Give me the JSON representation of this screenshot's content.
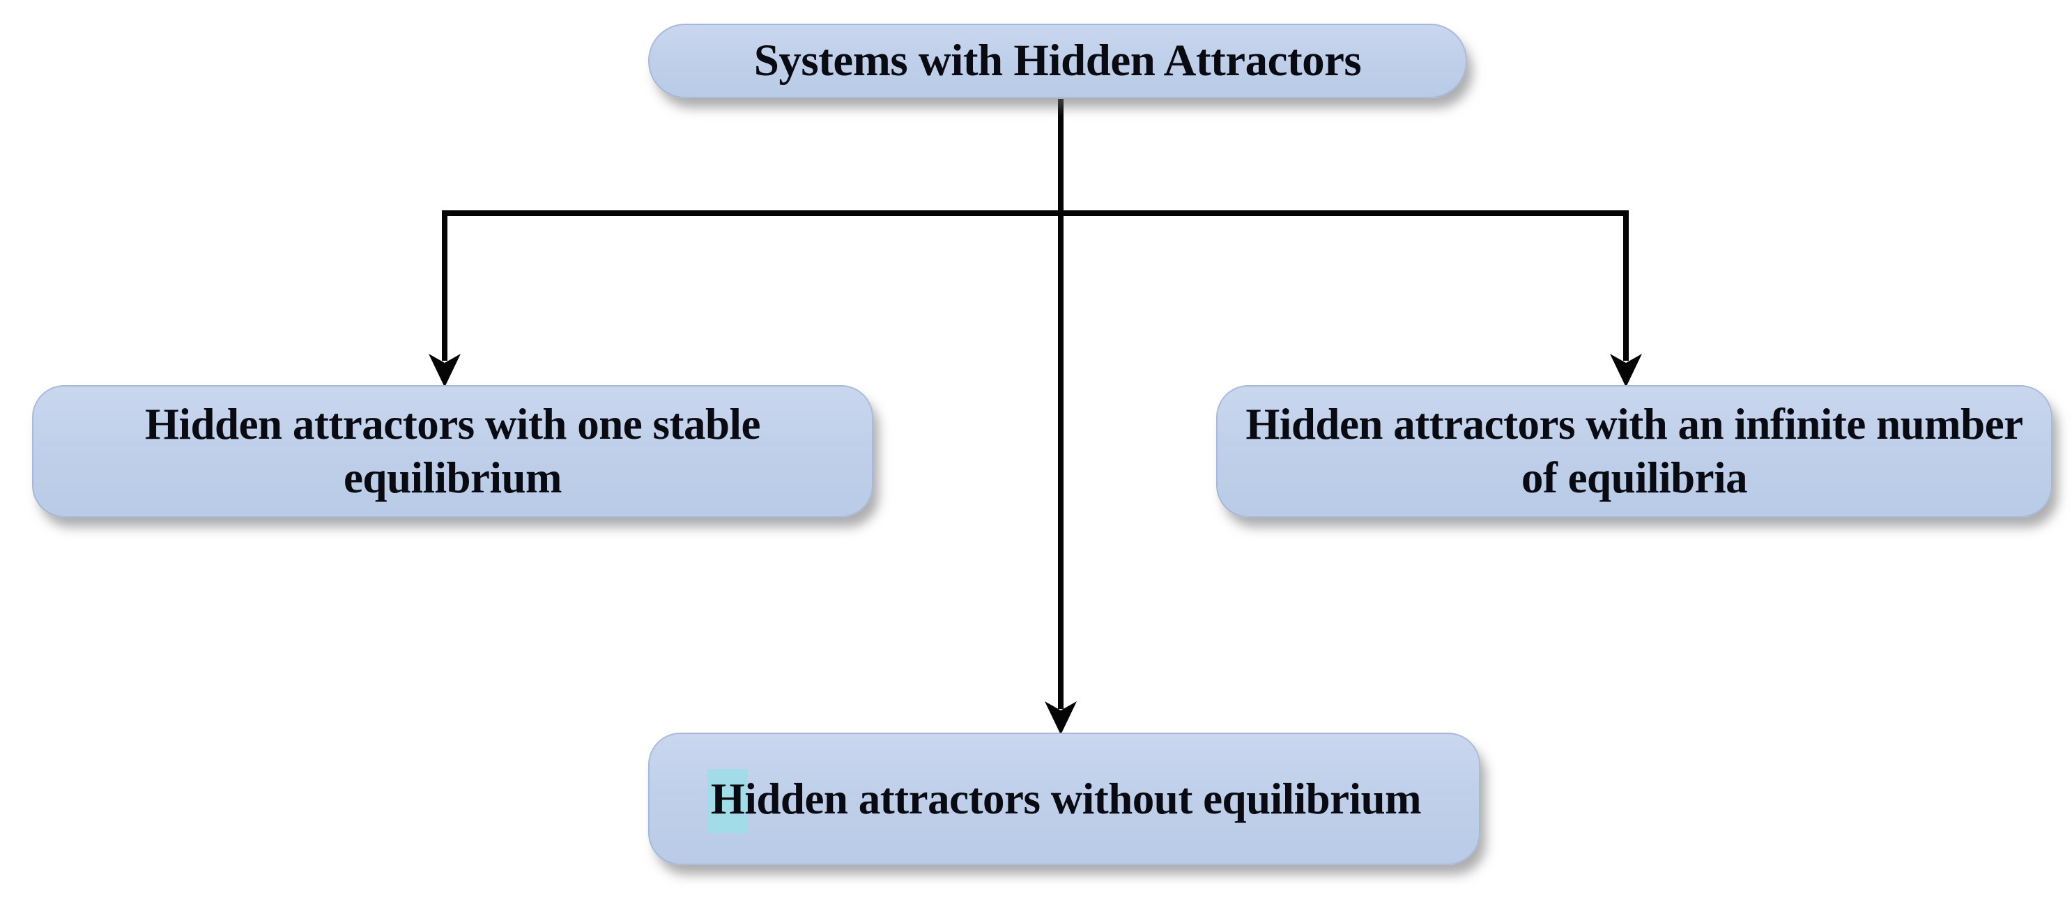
{
  "diagram": {
    "title_node": {
      "id": "root",
      "label": "Systems with Hidden Attractors"
    },
    "child_nodes": [
      {
        "id": "one-stable-equilibrium",
        "full_label": "Hidden attractors with one stable equilibrium",
        "lines": [
          "Hidden attractors with one stable",
          "equilibrium"
        ]
      },
      {
        "id": "infinite-equilibria",
        "full_label": "Hidden attractors with an infinite number of equilibria",
        "lines": [
          "Hidden attractors with an infinite number",
          "of equilibria"
        ]
      },
      {
        "id": "without-equilibrium",
        "full_label": "Hidden attractors without equilibrium",
        "highlighted_char": "H",
        "label_rest": "idden attractors without equilibrium"
      }
    ],
    "edges": [
      {
        "from": "root",
        "to": "one-stable-equilibrium",
        "style": "elbow-arrow-down"
      },
      {
        "from": "root",
        "to": "infinite-equilibria",
        "style": "elbow-arrow-down"
      },
      {
        "from": "root",
        "to": "without-equilibrium",
        "style": "straight-arrow-down"
      }
    ]
  },
  "colors": {
    "background": "#ffffff",
    "node_fill": "#c0d0e9",
    "node_border": "#94a8cb",
    "connector": "#050505",
    "text": "#0a0a12",
    "highlight": "#a3dce9",
    "shadow": "rgba(106,106,110,0.55)"
  }
}
